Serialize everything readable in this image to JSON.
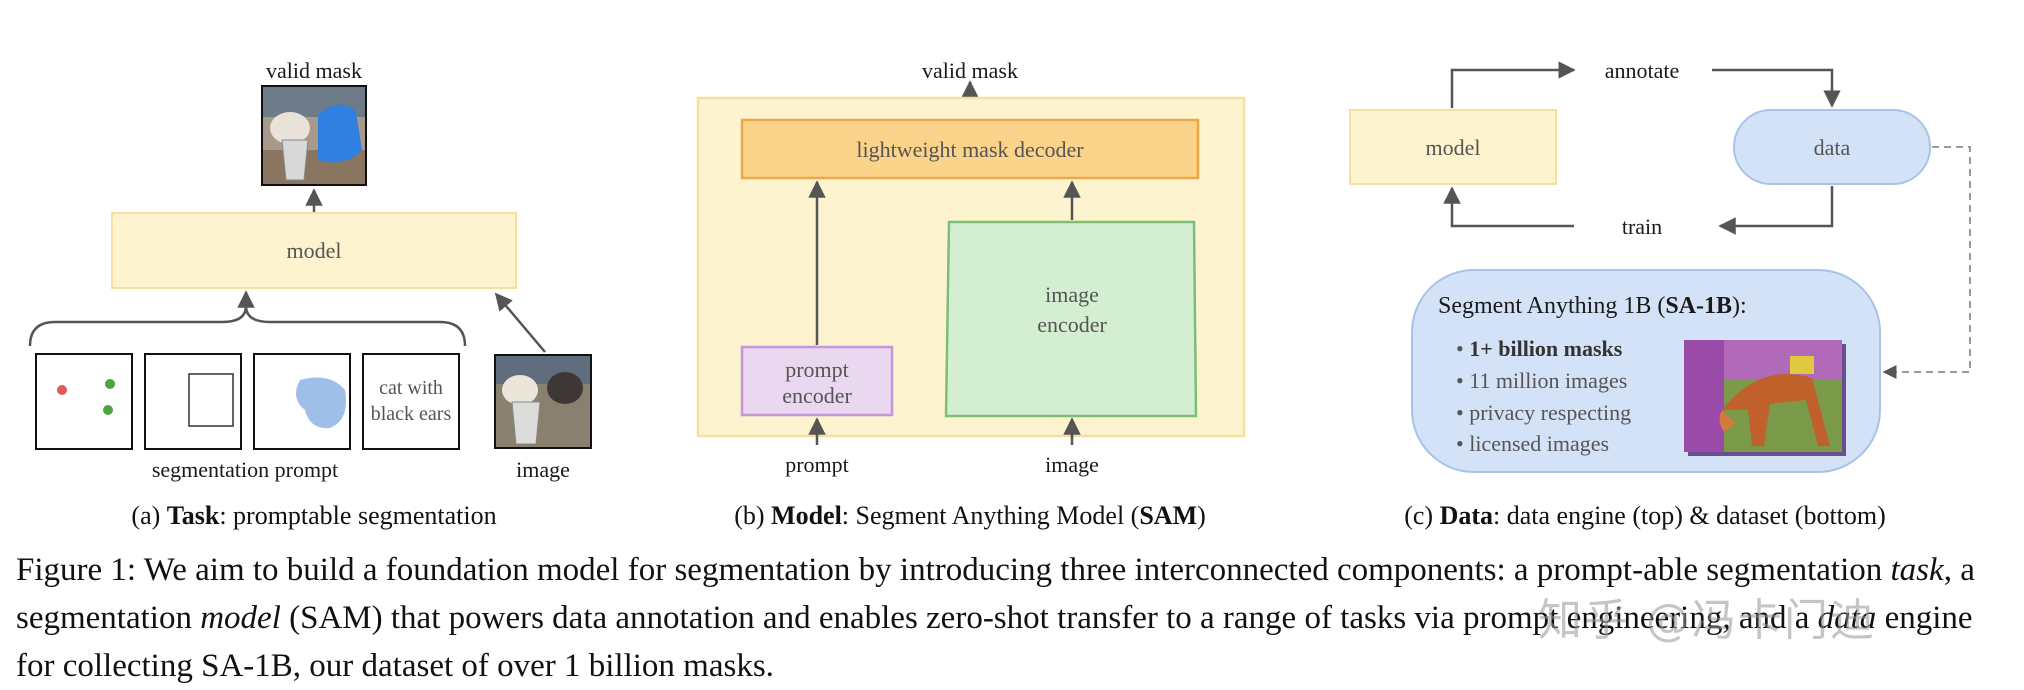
{
  "panel_a": {
    "valid_mask": "valid mask",
    "model": "model",
    "prompt_text": [
      "cat with",
      "black ears"
    ],
    "segmentation_prompt": "segmentation prompt",
    "image": "image",
    "caption_prefix": "(a) ",
    "caption_bold": "Task",
    "caption_rest": ": promptable segmentation"
  },
  "panel_b": {
    "valid_mask": "valid mask",
    "decoder": "lightweight mask decoder",
    "prompt_encoder": [
      "prompt",
      "encoder"
    ],
    "image_encoder": [
      "image",
      "encoder"
    ],
    "prompt": "prompt",
    "image": "image",
    "caption_prefix": "(b) ",
    "caption_bold": "Model",
    "caption_mid": ": Segment Anything Model (",
    "caption_bold2": "SAM",
    "caption_end": ")"
  },
  "panel_c": {
    "annotate": "annotate",
    "model": "model",
    "data": "data",
    "train": "train",
    "dataset_title_prefix": "Segment Anything 1B (",
    "dataset_title_bold": "SA-1B",
    "dataset_title_end": "):",
    "bullets": [
      "1+ billion masks",
      "11 million images",
      "privacy respecting",
      "licensed images"
    ],
    "caption_prefix": "(c) ",
    "caption_bold": "Data",
    "caption_rest": ": data engine (top) & dataset (bottom)"
  },
  "caption": {
    "figure_label": "Figure 1:",
    "t1": " We aim to build a foundation model for segmentation by introducing three interconnected components: a prompt-able segmentation ",
    "i1": "task",
    "t2": ", a segmentation ",
    "i2": "model",
    "t3": " (SAM) that powers data annotation and enables zero-shot transfer to a range of tasks via prompt engineering, and a ",
    "i3": "data",
    "t4": " engine for collecting SA-1B, our dataset of over 1 billion masks."
  },
  "watermark": "知乎 @冯卡门迪",
  "colors": {
    "model_fill": "#fdf3cf",
    "model_stroke": "#f6dfa1",
    "decoder_fill": "#fbd38a",
    "decoder_stroke": "#eaa84a",
    "prompt_enc_fill": "#ead7f0",
    "prompt_enc_stroke": "#c497d6",
    "image_enc_fill": "#d4eed2",
    "image_enc_stroke": "#7cbf73",
    "data_fill": "#d3e2f6",
    "data_stroke": "#a8c3e8",
    "arrow": "#555555"
  }
}
